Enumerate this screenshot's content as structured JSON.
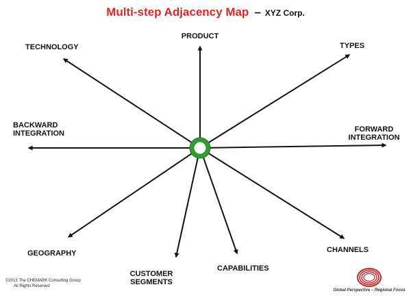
{
  "title": {
    "main": "Multi-step Adjacency Map",
    "dash": "–",
    "company": "XYZ Corp."
  },
  "nodes": {
    "product": "PRODUCT",
    "technology": "TECHNOLOGY",
    "types": "TYPES",
    "backward_line1": "BACKWARD",
    "backward_line2": "INTEGRATION",
    "forward_line1": "FORWARD",
    "forward_line2": "INTEGRATION",
    "geography": "GEOGRAPHY",
    "customer_line1": "CUSTOMER",
    "customer_line2": "SEGMENTS",
    "capabilities": "CAPABILITIES",
    "channels": "CHANNELS"
  },
  "footer": {
    "copyright_line1": "©2013 The CHEMARK Consulting Group",
    "copyright_line2": "All Rights Reserved",
    "tagline": "Global Perspective – Regional Focus"
  },
  "colors": {
    "title": "#d42a2a",
    "hub_ring": "#2e9e2e",
    "arrow": "#111111",
    "logo": "#c0262c"
  }
}
